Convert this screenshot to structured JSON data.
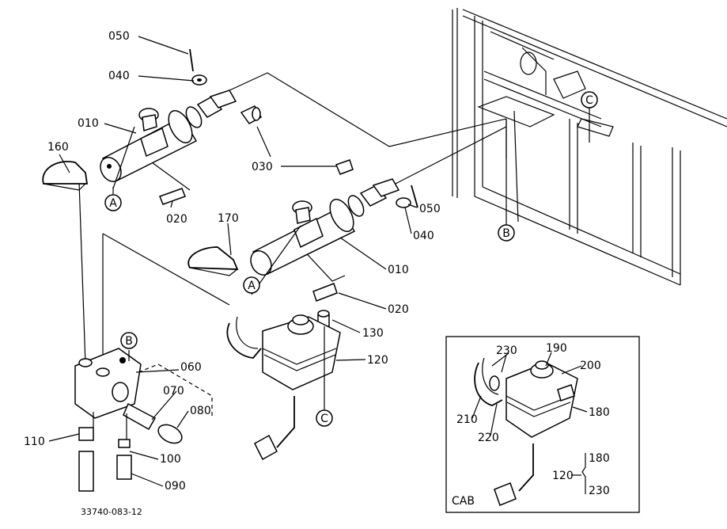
{
  "callouts": {
    "c050a": "050",
    "c040a": "040",
    "c010a": "010",
    "c160": "160",
    "c030": "030",
    "c020a": "020",
    "c170": "170",
    "c050b": "050",
    "c040b": "040",
    "c010b": "010",
    "c020b": "020",
    "c130": "130",
    "c120": "120",
    "c060": "060",
    "c070": "070",
    "c080": "080",
    "c110": "110",
    "c100": "100",
    "c090": "090"
  },
  "ref_letters": {
    "A1": "A",
    "A2": "A",
    "B1": "B",
    "B2": "B",
    "C1": "C",
    "C2": "C"
  },
  "cab_inset": {
    "c230": "230",
    "c190": "190",
    "c200": "200",
    "c210": "210",
    "c220": "220",
    "c180": "180",
    "c120": "120",
    "alt_a": "180",
    "alt_b": "230",
    "label": "CAB"
  },
  "drawing_number": "33740-083-12"
}
